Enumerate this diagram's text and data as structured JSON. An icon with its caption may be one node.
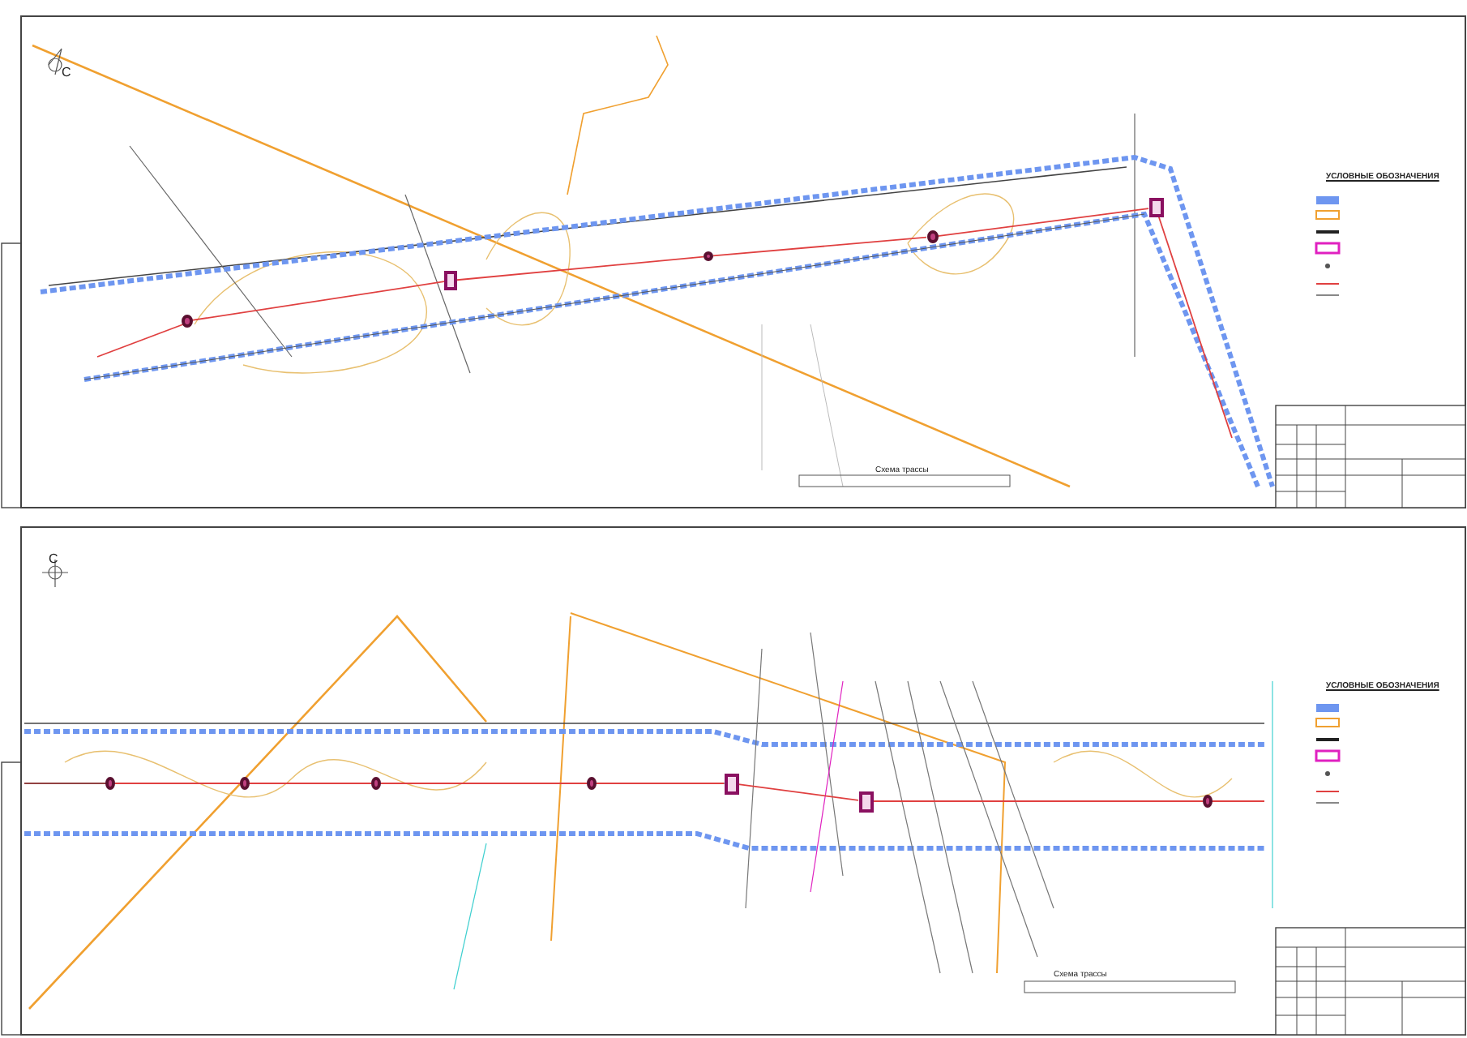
{
  "diagram": {
    "nodes": [
      {
        "text": [],
        "shape": "circle"
      },
      {
        "text": [],
        "shape": "box"
      },
      {
        "text": [],
        "shape": "circle"
      },
      {
        "text": [],
        "shape": "circle"
      },
      {
        "text": [],
        "shape": "box"
      },
      {
        "text": [],
        "shape": "circle"
      },
      {
        "text": [],
        "shape": "circle"
      },
      {
        "text": [],
        "shape": "circle"
      },
      {
        "text": [],
        "shape": "circle"
      },
      {
        "text": [],
        "shape": "box"
      },
      {
        "text": [],
        "shape": "box"
      },
      {
        "text": [],
        "shape": "circle"
      }
    ],
    "edges": [
      {
        "from": 0,
        "to": 1,
        "arrow": "none"
      },
      {
        "from": 1,
        "to": 2,
        "arrow": "none"
      },
      {
        "from": 2,
        "to": 3,
        "arrow": "none"
      },
      {
        "from": 3,
        "to": 4,
        "arrow": "none"
      },
      {
        "from": 5,
        "to": 6,
        "arrow": "none"
      },
      {
        "from": 6,
        "to": 7,
        "arrow": "none"
      },
      {
        "from": 7,
        "to": 8,
        "arrow": "none"
      },
      {
        "from": 8,
        "to": 9,
        "arrow": "none"
      },
      {
        "from": 9,
        "to": 10,
        "arrow": "none"
      },
      {
        "from": 10,
        "to": 11,
        "arrow": "none"
      }
    ],
    "labels": [
      "С",
      "УСЛОВНЫЕ ОБОЗНАЧЕНИЯ",
      "Схема трассы",
      "С",
      "УСЛОВНЫЕ ОБОЗНАЧЕНИЯ",
      "Схема трассы"
    ]
  }
}
